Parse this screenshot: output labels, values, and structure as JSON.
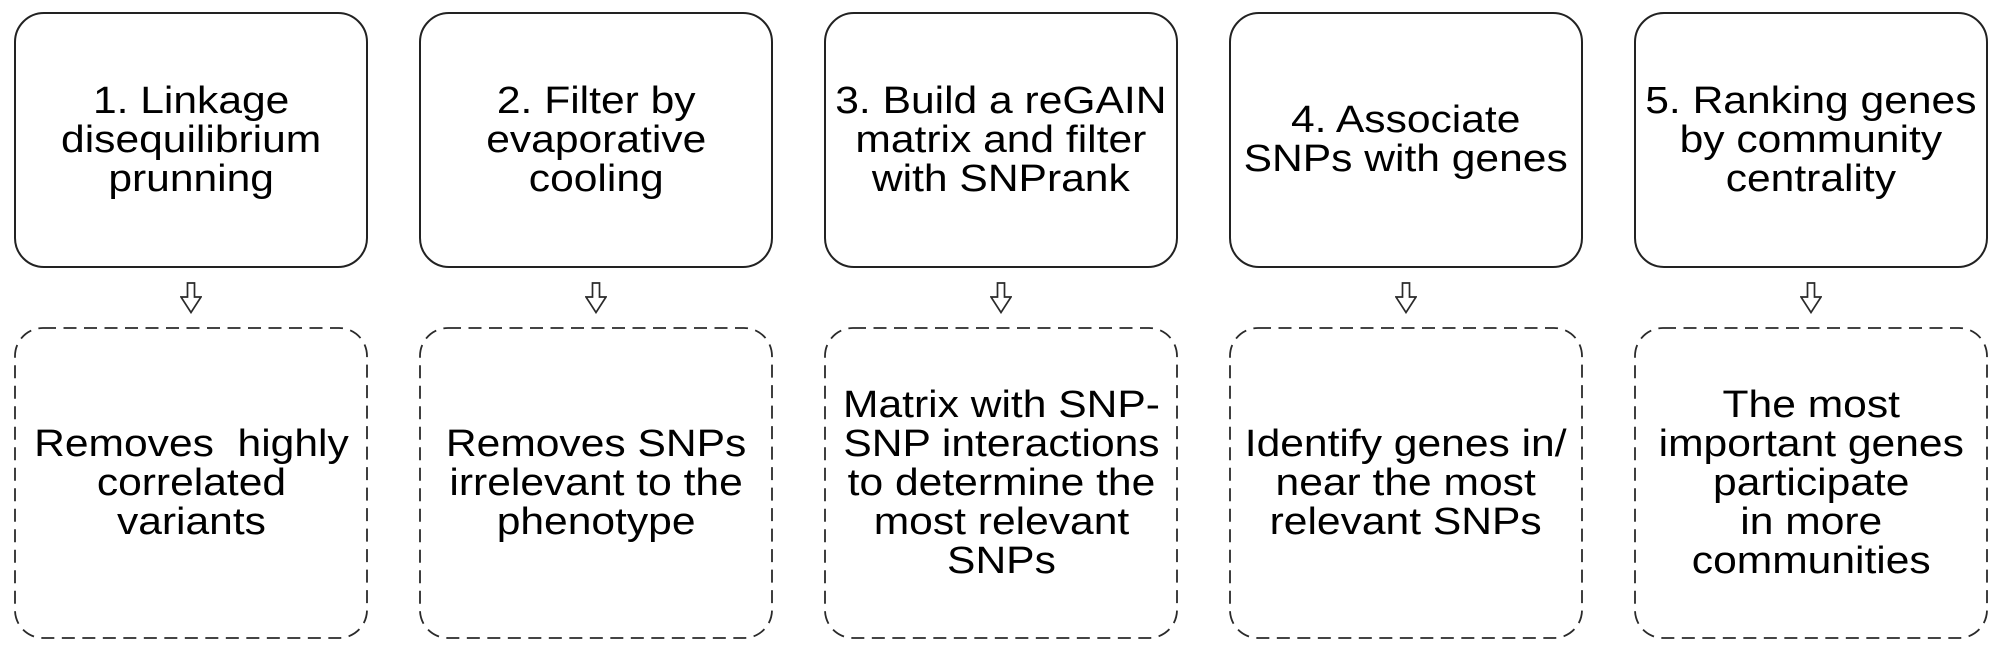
{
  "diagram": {
    "type": "flowchart-pipeline",
    "columns": [
      {
        "step": "1. Linkage\ndisequilibrium\nprunning",
        "result": "Removes  highly\ncorrelated\nvariants"
      },
      {
        "step": "2. Filter by\nevaporative\ncooling",
        "result": "Removes SNPs\nirrelevant to the\nphenotype"
      },
      {
        "step": "3. Build a reGAIN\nmatrix and filter\nwith SNPrank",
        "result": "Matrix with SNP-\nSNP interactions\nto determine the\nmost relevant\nSNPs"
      },
      {
        "step": "4. Associate\nSNPs with genes",
        "result": "Identify genes in/\nnear the most\nrelevant SNPs"
      },
      {
        "step": "5. Ranking genes\nby community\ncentrality",
        "result": "The most\nimportant genes\nparticipate\nin more\ncommunities"
      }
    ]
  },
  "icons": {
    "flow_arrow": "down-hollow-arrow"
  },
  "colors": {
    "box_border": "#222222",
    "text": "#000000",
    "background": "#ffffff"
  }
}
